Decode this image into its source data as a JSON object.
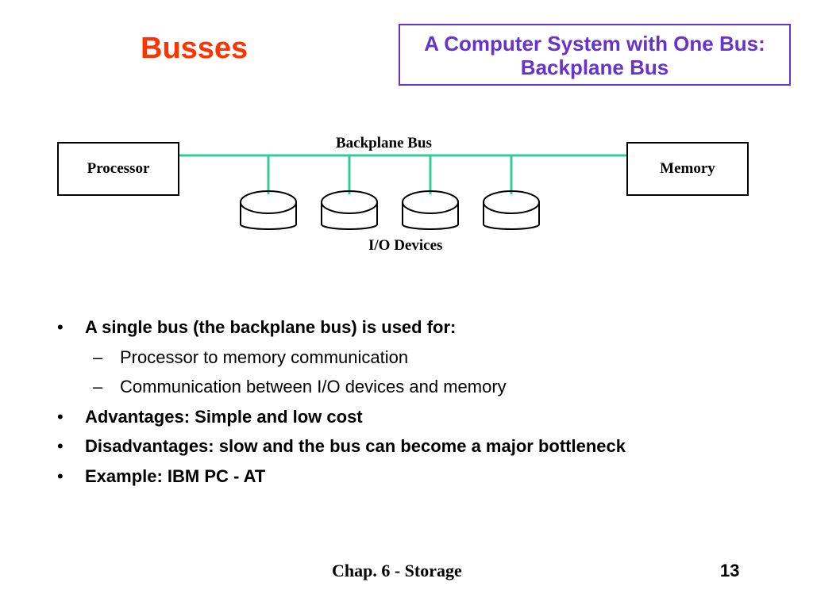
{
  "slide": {
    "title": "Busses",
    "callout_line1": "A Computer System with One Bus:",
    "callout_line2": "Backplane Bus"
  },
  "diagram": {
    "bus_label": "Backplane Bus",
    "processor_label": "Processor",
    "memory_label": "Memory",
    "io_label": "I/O Devices",
    "bus_color": "#33cc99"
  },
  "bullets": [
    {
      "level": 1,
      "marker": "•",
      "text": "A single bus (the backplane bus) is used for:"
    },
    {
      "level": 2,
      "marker": "–",
      "text": "Processor to memory communication"
    },
    {
      "level": 2,
      "marker": "–",
      "text": "Communication between I/O devices and memory"
    },
    {
      "level": 1,
      "marker": "•",
      "text": "Advantages: Simple and low cost"
    },
    {
      "level": 1,
      "marker": "•",
      "text": "Disadvantages: slow and the bus can become a major bottleneck"
    },
    {
      "level": 1,
      "marker": "•",
      "text": "Example: IBM PC - AT"
    }
  ],
  "footer": {
    "chapter": "Chap. 6 - Storage",
    "page": "13"
  }
}
